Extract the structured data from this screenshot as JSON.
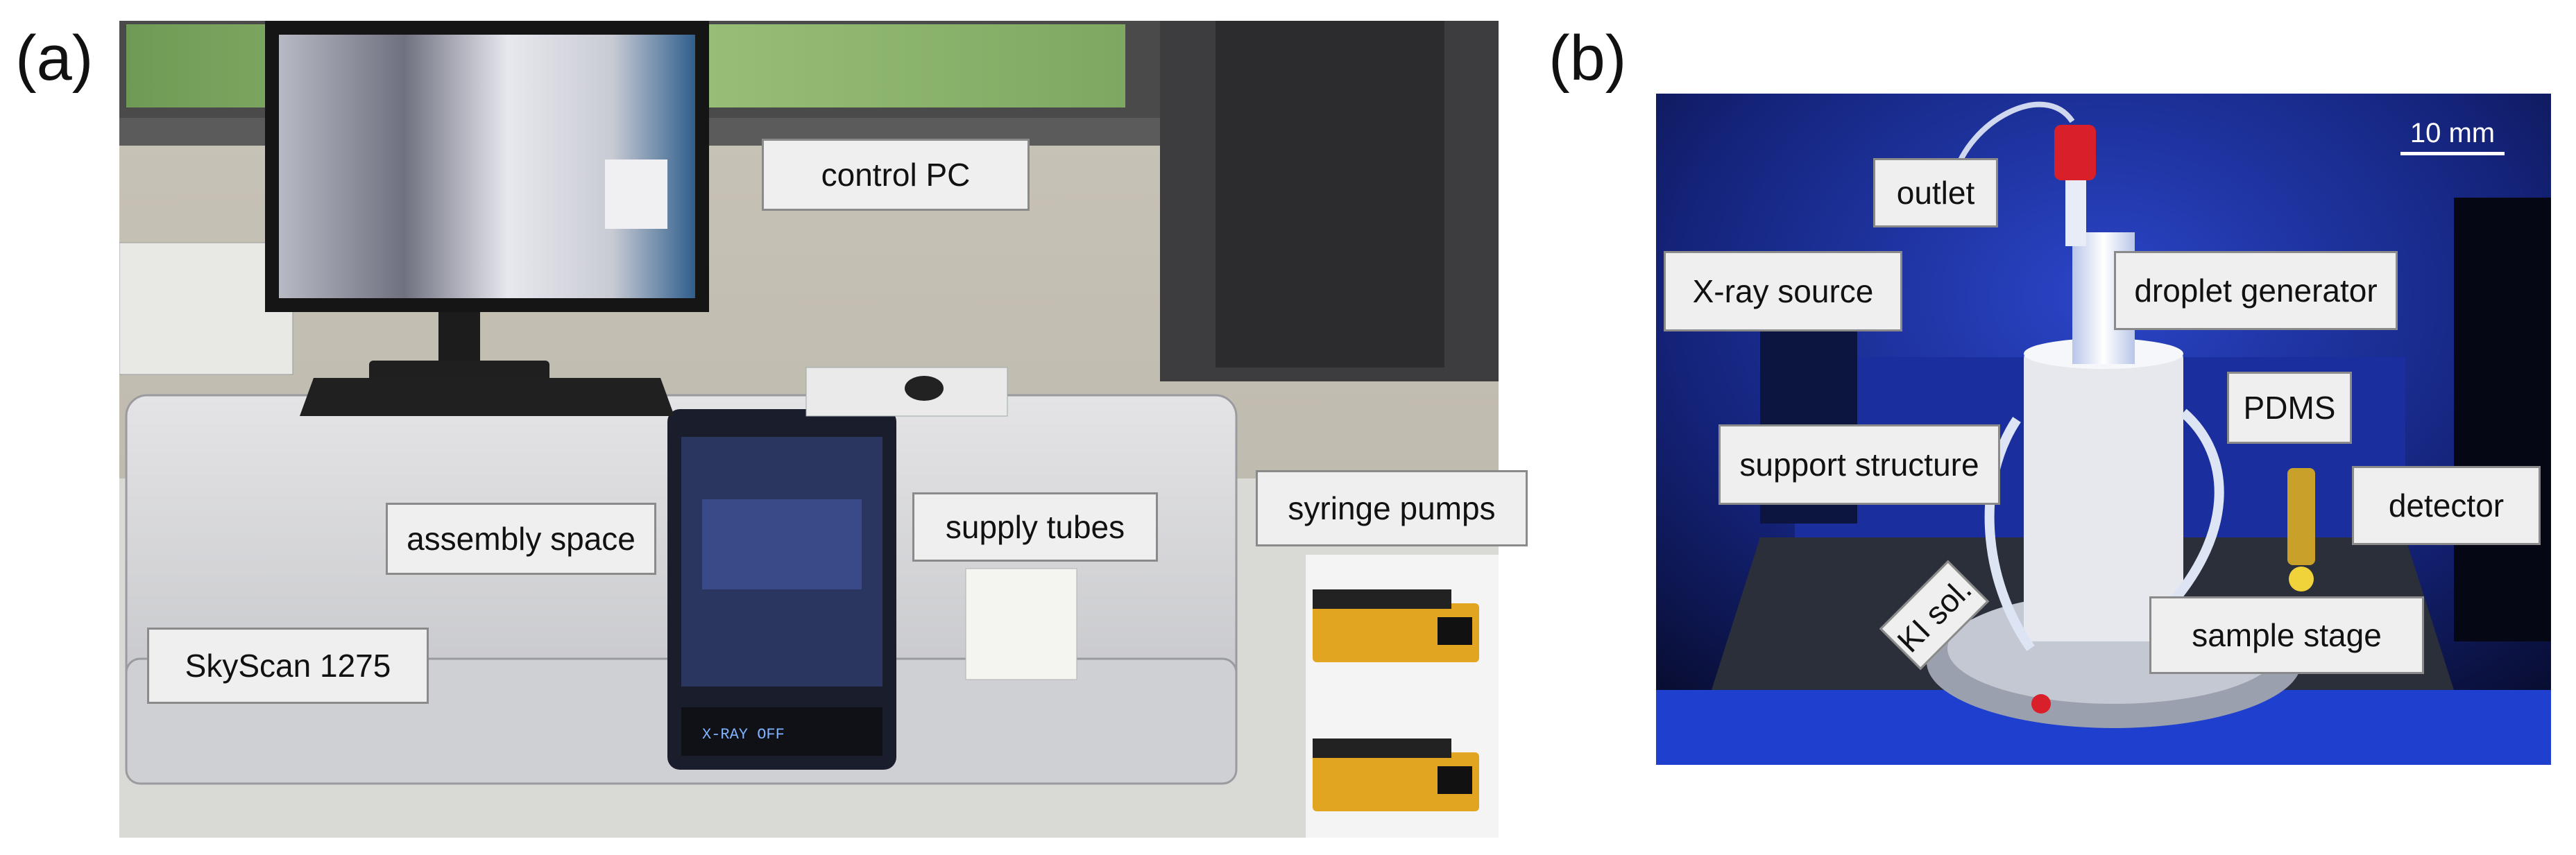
{
  "panel_a": {
    "letter": "(a)",
    "labels": {
      "control_pc": "control PC",
      "assembly_space": "assembly space",
      "supply_tubes": "supply tubes",
      "syringe_pumps": "syringe pumps",
      "skyscan": "SkyScan 1275"
    },
    "screen_text": {
      "screen_readout": "X-RAY OFF"
    }
  },
  "panel_b": {
    "letter": "(b)",
    "scale_bar": "10 mm",
    "labels": {
      "outlet": "outlet",
      "xray_source": "X-ray source",
      "droplet_generator": "droplet generator",
      "pdms": "PDMS",
      "support_structure": "support structure",
      "detector": "detector",
      "ki_sol": "KI sol.",
      "sample_stage": "sample stage"
    }
  }
}
